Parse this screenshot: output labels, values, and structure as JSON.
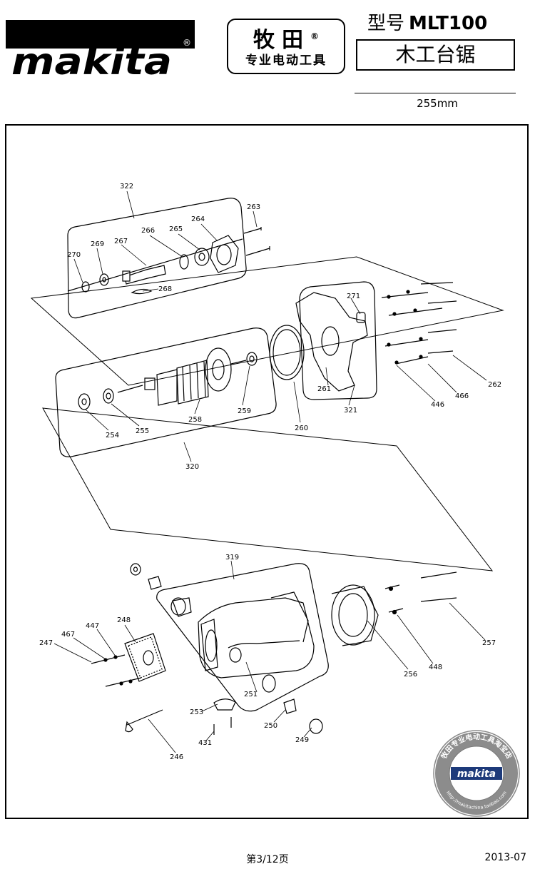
{
  "header": {
    "logo_text": "makita",
    "brand_cn": "牧田",
    "brand_registered": "®",
    "brand_sub": "专业电动工具",
    "model_label": "型号",
    "model_number": "MLT100",
    "product_name": "木工台锯",
    "spec": "255mm"
  },
  "diagram": {
    "part_labels": [
      "322",
      "263",
      "264",
      "265",
      "266",
      "267",
      "269",
      "270",
      "268",
      "271",
      "262",
      "466",
      "446",
      "321",
      "261",
      "260",
      "258",
      "259",
      "254",
      "255",
      "320",
      "319",
      "247",
      "467",
      "447",
      "248",
      "251",
      "253",
      "250",
      "249",
      "431",
      "246",
      "256",
      "448",
      "257"
    ]
  },
  "stamp": {
    "ring_text": "牧田专业电动工具淘宝店",
    "url": "http://makitachina.taobao.com",
    "logo_text": "makita"
  },
  "footer": {
    "page": "第3/12页",
    "date": "2013-07"
  }
}
